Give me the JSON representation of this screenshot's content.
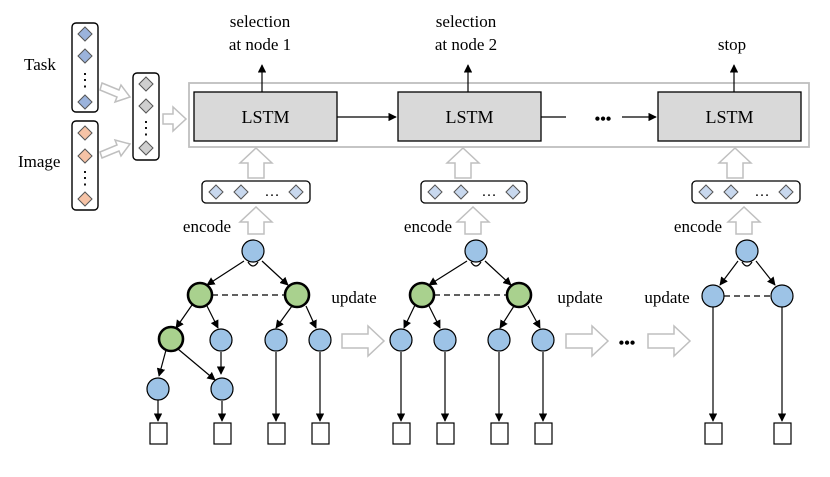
{
  "inputs": {
    "task_label": "Task",
    "image_label": "Image",
    "ellipsis": "⋮"
  },
  "steps": [
    {
      "output_line1": "selection",
      "output_line2": "at node 1",
      "lstm": "LSTM",
      "encode": "encode"
    },
    {
      "output_line1": "selection",
      "output_line2": "at node 2",
      "lstm": "LSTM",
      "encode": "encode"
    },
    {
      "output_line1": "stop",
      "output_line2": "",
      "lstm": "LSTM",
      "encode": "encode"
    }
  ],
  "embedding_ellipsis": "…",
  "chain_ellipsis": "•••",
  "update_label": "update",
  "colors": {
    "task_diamond": "#9bb3dc",
    "image_diamond": "#f6c3a6",
    "fused_diamond": "#cfcfcf",
    "embedding_diamond": "#c8d8ee",
    "lstm_fill": "#d9d9d9",
    "node_blue": "#9dc3e6",
    "node_green": "#a9d18e",
    "hollow_arrow": "#bfbfbf"
  }
}
